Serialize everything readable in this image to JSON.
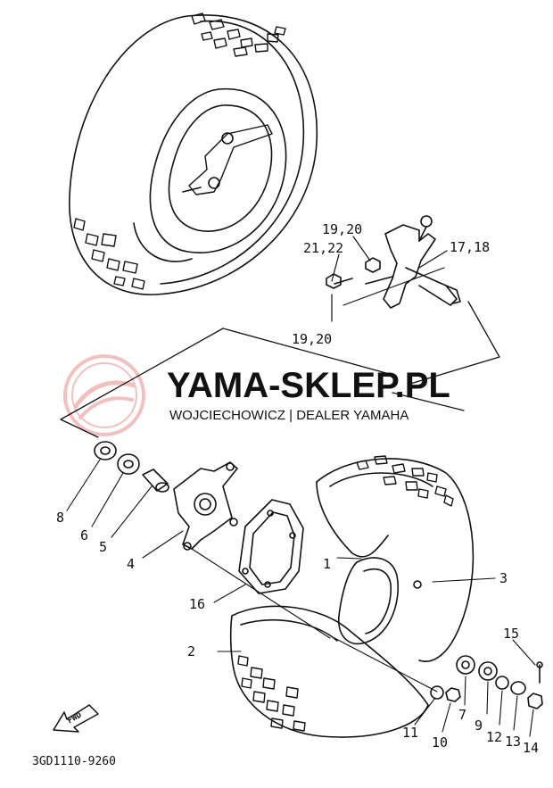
{
  "diagram": {
    "drawing_code": "3GD1110-9260",
    "fwd_label": "FWD",
    "callouts": {
      "c1": "1",
      "c2": "2",
      "c3": "3",
      "c4": "4",
      "c5": "5",
      "c6": "6",
      "c7": "7",
      "c8": "8",
      "c9": "9",
      "c10": "10",
      "c11": "11",
      "c12": "12",
      "c13": "13",
      "c14": "14",
      "c15": "15",
      "c16": "16",
      "c17_18": "17,18",
      "c19_20_top": "19,20",
      "c19_20_bottom": "19,20",
      "c21_22": "21,22"
    }
  },
  "watermark": {
    "title": "YAMA-SKLEP.PL",
    "subtitle": "WOJCIECHOWICZ | DEALER YAMAHA",
    "color": "#f2b8b8"
  },
  "colors": {
    "ink": "#111111",
    "background": "#ffffff"
  }
}
